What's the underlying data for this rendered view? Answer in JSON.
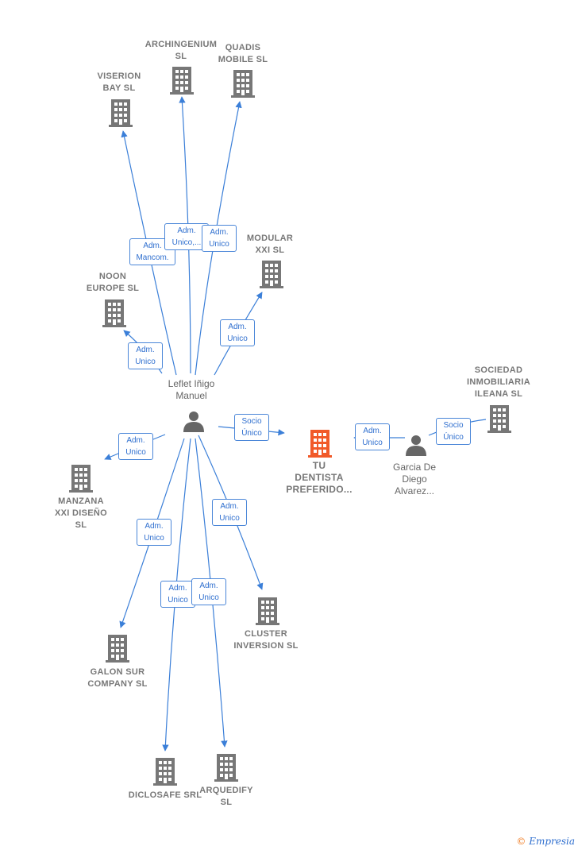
{
  "colors": {
    "edge": "#3b7fd8",
    "building": "#777777",
    "highlight": "#f15a29",
    "person": "#666666"
  },
  "people": [
    {
      "id": "leflet",
      "label": "Leflet Iñigo\nManuel"
    },
    {
      "id": "garcia",
      "label": "Garcia De\nDiego\nAlvarez..."
    }
  ],
  "companies": [
    {
      "id": "archingenium",
      "label": "ARCHINGENIUM\nSL"
    },
    {
      "id": "quadis",
      "label": "QUADIS\nMOBILE  SL"
    },
    {
      "id": "viserion",
      "label": "VISERION\nBAY  SL"
    },
    {
      "id": "modular",
      "label": "MODULAR\nXXI SL"
    },
    {
      "id": "noon",
      "label": "NOON\nEUROPE  SL"
    },
    {
      "id": "sociedad",
      "label": "SOCIEDAD\nINMOBILIARIA\nILEANA  SL"
    },
    {
      "id": "tudentista",
      "label": "TU\nDENTISTA\nPREFERIDO..."
    },
    {
      "id": "manzana",
      "label": "MANZANA\nXXI DISEÑO\nSL"
    },
    {
      "id": "cluster",
      "label": "CLUSTER\nINVERSION SL"
    },
    {
      "id": "galon",
      "label": "GALON SUR\nCOMPANY  SL"
    },
    {
      "id": "diclosafe",
      "label": "DICLOSAFE SRL"
    },
    {
      "id": "arquedify",
      "label": "ARQUEDIFY\nSL"
    }
  ],
  "edges": [
    {
      "id": "e-viserion",
      "label": "Adm.\nMancom."
    },
    {
      "id": "e-archingenium",
      "label": "Adm.\nUnico,..."
    },
    {
      "id": "e-quadis",
      "label": "Adm.\nUnico"
    },
    {
      "id": "e-modular",
      "label": "Adm.\nUnico"
    },
    {
      "id": "e-noon",
      "label": "Adm.\nUnico"
    },
    {
      "id": "e-tudentista",
      "label": "Socio\nÚnico"
    },
    {
      "id": "e-garcia-tu",
      "label": "Adm.\nUnico"
    },
    {
      "id": "e-garcia-soc",
      "label": "Socio\nÚnico"
    },
    {
      "id": "e-manzana",
      "label": "Adm.\nUnico"
    },
    {
      "id": "e-cluster",
      "label": "Adm.\nUnico"
    },
    {
      "id": "e-galon",
      "label": "Adm.\nUnico"
    },
    {
      "id": "e-diclosafe",
      "label": "Adm.\nUnico"
    },
    {
      "id": "e-arquedify",
      "label": "Adm.\nUnico"
    }
  ],
  "footer": {
    "copyright": "©",
    "brand": "Empresia"
  }
}
